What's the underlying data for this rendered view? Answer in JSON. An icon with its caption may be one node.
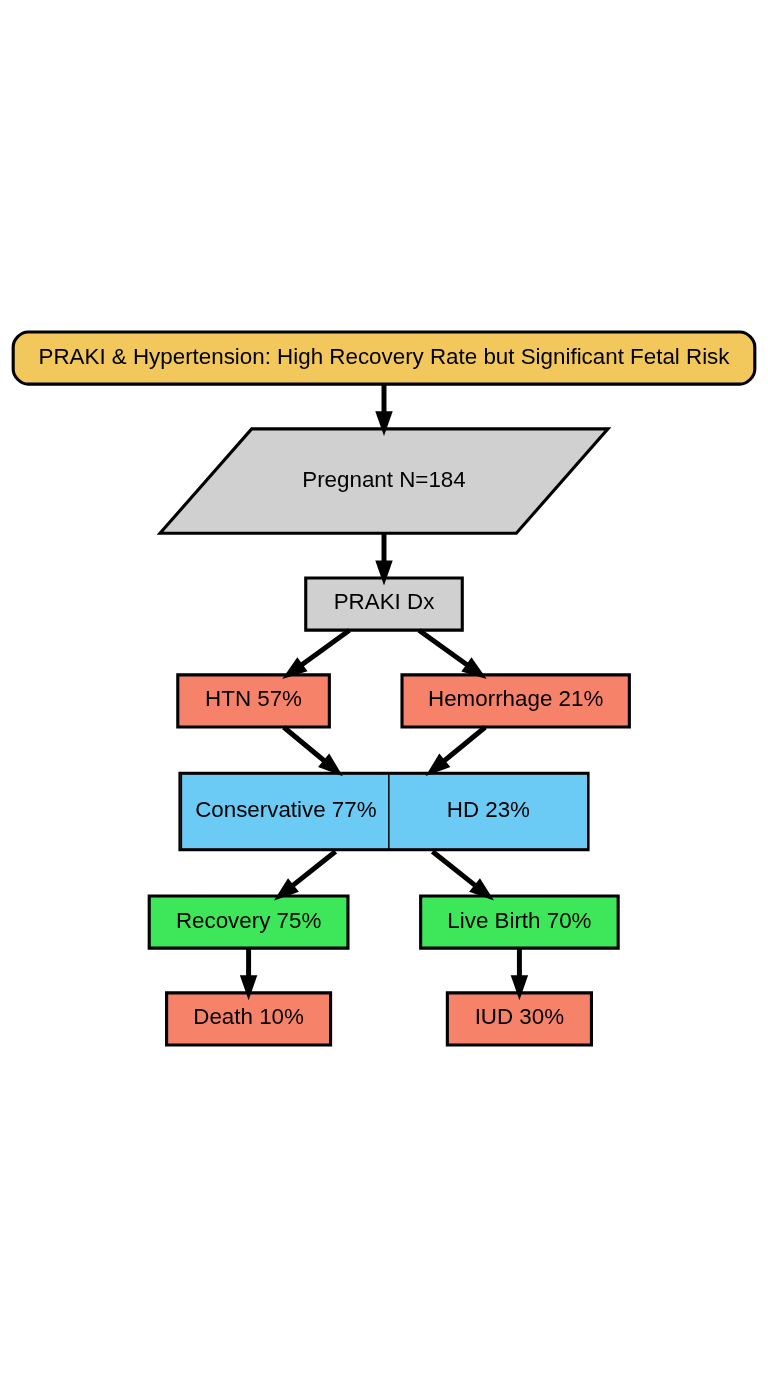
{
  "diagram": {
    "nodes": [
      {
        "text": [
          "PRAKI & Hypertension: High Recovery Rate but Significant Fetal Risk"
        ]
      },
      {
        "text": [
          "Pregnant N=184"
        ]
      },
      {
        "text": [
          "PRAKI Dx"
        ]
      },
      {
        "text": [
          "HTN 57%"
        ]
      },
      {
        "text": [
          "Hemorrhage 21%"
        ]
      },
      {
        "text": [
          "Conservative 77%",
          "HD 23%"
        ]
      },
      {
        "text": [
          "Recovery 75%"
        ]
      },
      {
        "text": [
          "Live Birth 70%"
        ]
      },
      {
        "text": [
          "Death 10%"
        ]
      },
      {
        "text": [
          "IUD 30%"
        ]
      }
    ],
    "edges": [
      {
        "from": 0,
        "to": 1,
        "arrow": "to"
      },
      {
        "from": 1,
        "to": 2,
        "arrow": "to"
      },
      {
        "from": 2,
        "to": 3,
        "arrow": "to"
      },
      {
        "from": 2,
        "to": 4,
        "arrow": "to"
      },
      {
        "from": 3,
        "to": 5,
        "arrow": "to"
      },
      {
        "from": 4,
        "to": 5,
        "arrow": "to"
      },
      {
        "from": 5,
        "to": 6,
        "arrow": "to"
      },
      {
        "from": 5,
        "to": 7,
        "arrow": "to"
      },
      {
        "from": 6,
        "to": 8,
        "arrow": "to"
      },
      {
        "from": 7,
        "to": 9,
        "arrow": "to"
      }
    ]
  }
}
